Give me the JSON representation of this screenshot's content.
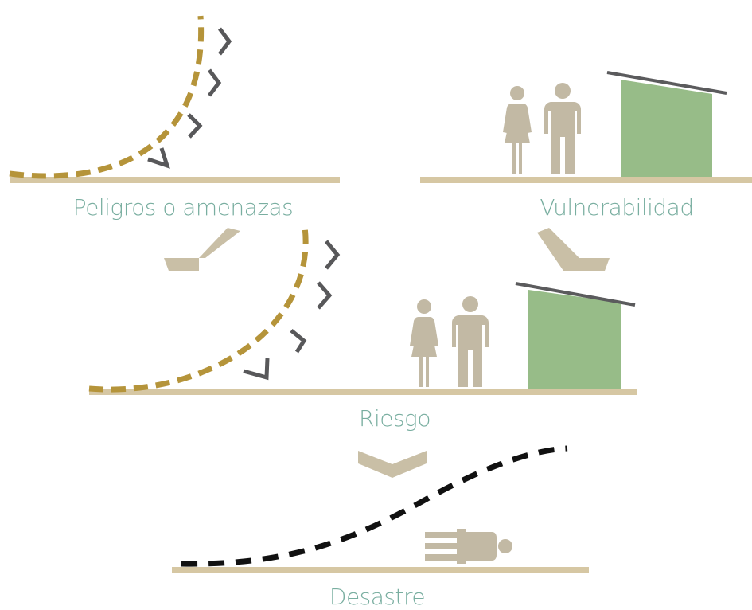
{
  "labels": {
    "hazards": "Peligros o amenazas",
    "vulnerability": "Vulnerabilidad",
    "risk": "Riesgo",
    "disaster": "Desastre"
  },
  "colors": {
    "label_text": "#79aea0",
    "ground": "#d6c7a3",
    "wave_dash": "#b5943a",
    "chevron_dark": "#58585a",
    "arrow_tan": "#c9bfa6",
    "figure": "#c2b9a4",
    "house_wall": "#97bc88",
    "house_roof": "#5b5b5d",
    "disaster_curve": "#111111"
  },
  "icons": [
    "tsunami-wave-icon",
    "person-woman-icon",
    "person-man-icon",
    "house-icon",
    "lying-person-icon",
    "merge-arrow-icon",
    "down-chevron-icon"
  ]
}
